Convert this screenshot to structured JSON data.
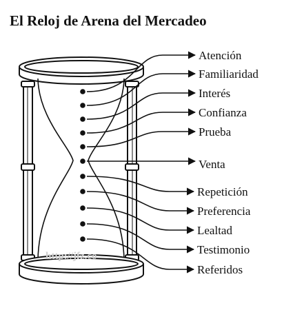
{
  "title": "El Reloj de Arena del Mercadeo",
  "watermark": "http://jfz.co",
  "stages": [
    "Atención",
    "Familiaridad",
    "Interés",
    "Confianza",
    "Prueba",
    "Venta",
    "Repetición",
    "Preferencia",
    "Lealtad",
    "Testimonio",
    "Referidos"
  ],
  "colors": {
    "ink": "#111111",
    "watermark": "#cfcfcf"
  }
}
